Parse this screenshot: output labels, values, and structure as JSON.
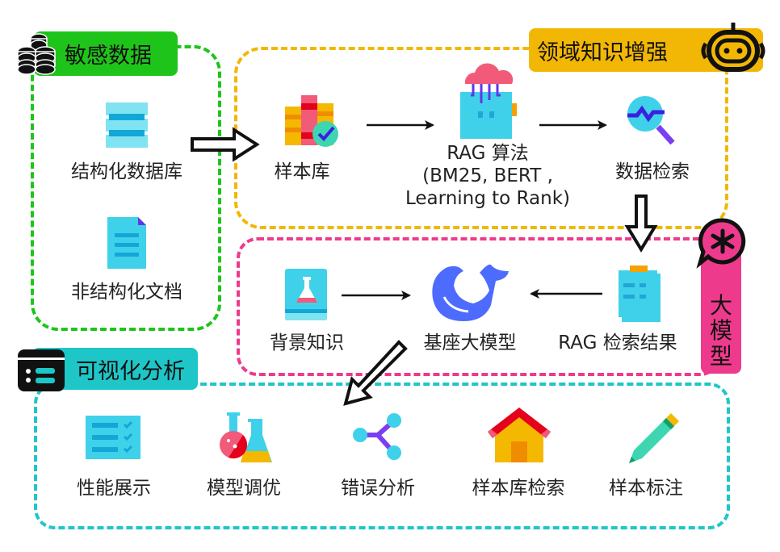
{
  "colors": {
    "sensitive": "#1fc41a",
    "domain": "#f2b705",
    "model": "#ee3a8c",
    "visual": "#1ec6c8"
  },
  "groups": {
    "sensitive_data": {
      "title": "敏感数据",
      "icon": "coin-stack-icon",
      "items": [
        {
          "label": "结构化数据库",
          "icon": "database-icon"
        },
        {
          "label": "非结构化文档",
          "icon": "document-icon"
        }
      ]
    },
    "domain_knowledge": {
      "title": "领域知识增强",
      "icon": "robot-icon",
      "items": [
        {
          "label": "样本库",
          "icon": "books-check-icon"
        },
        {
          "label_lines": [
            "RAG 算法",
            "(BM25, BERT ,",
            "Learning to Rank)"
          ],
          "icon": "cloud-server-icon"
        },
        {
          "label": "数据检索",
          "icon": "chart-search-icon"
        }
      ]
    },
    "large_model": {
      "title": "大模型",
      "title_chars": [
        "大",
        "模",
        "型"
      ],
      "icon": "asterisk-chat-icon",
      "items": [
        {
          "label": "背景知识",
          "icon": "flask-book-icon"
        },
        {
          "label": "基座大模型",
          "icon": "whale-icon"
        },
        {
          "label": "RAG 检索结果",
          "icon": "clipboard-icon"
        }
      ]
    },
    "visual_analysis": {
      "title": "可视化分析",
      "icon": "dashboard-list-icon",
      "items": [
        {
          "label": "性能展示",
          "icon": "checklist-icon"
        },
        {
          "label": "模型调优",
          "icon": "flasks-icon"
        },
        {
          "label": "错误分析",
          "icon": "share-nodes-icon"
        },
        {
          "label": "样本库检索",
          "icon": "house-icon"
        },
        {
          "label": "样本标注",
          "icon": "pencil-icon"
        }
      ]
    }
  },
  "flows": [
    {
      "from": "敏感数据",
      "to": "样本库",
      "style": "hollow"
    },
    {
      "from": "样本库",
      "to": "RAG 算法",
      "style": "line"
    },
    {
      "from": "RAG 算法",
      "to": "数据检索",
      "style": "line"
    },
    {
      "from": "数据检索",
      "to": "RAG 检索结果",
      "style": "hollow"
    },
    {
      "from": "背景知识",
      "to": "基座大模型",
      "style": "line"
    },
    {
      "from": "RAG 检索结果",
      "to": "基座大模型",
      "style": "line"
    },
    {
      "from": "基座大模型",
      "to": "可视化分析",
      "style": "hollow"
    }
  ]
}
